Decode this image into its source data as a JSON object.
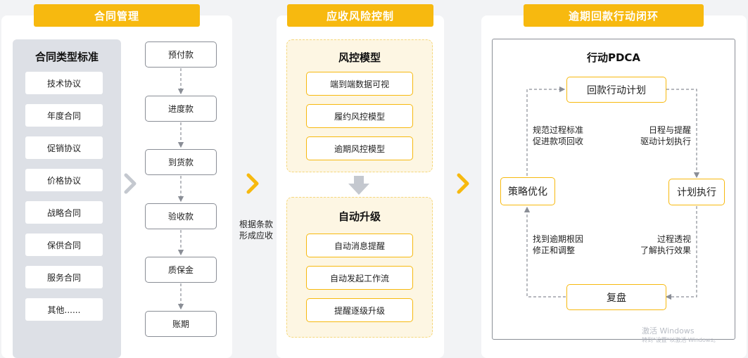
{
  "colors": {
    "accent": "#f7b90f",
    "panel_bg": "#ffffff",
    "zone_bg": "#fdf6e3",
    "gray_col": "#dde0e6",
    "border_gray": "#8a8e96"
  },
  "contract": {
    "title": "合同管理",
    "standards_heading": "合同类型标准",
    "standards": [
      "技术协议",
      "年度合同",
      "促销协议",
      "价格协议",
      "战略合同",
      "保供合同",
      "服务合同",
      "其他......"
    ],
    "payments": [
      "预付款",
      "进度款",
      "到货款",
      "验收款",
      "质保金",
      "账期"
    ]
  },
  "transition_label": [
    "根据条款",
    "形成应收"
  ],
  "risk": {
    "title": "应收风险控制",
    "model_heading": "风控模型",
    "model_items": [
      "端到端数据可视",
      "履约风控模型",
      "逾期风控模型"
    ],
    "upgrade_heading": "自动升级",
    "upgrade_items": [
      "自动消息提醒",
      "自动发起工作流",
      "提醒逐级升级"
    ]
  },
  "pdca": {
    "title": "逾期回款行动闭环",
    "heading": "行动PDCA",
    "plan": "回款行动计划",
    "do": "计划执行",
    "check": "复盘",
    "act": "策略优化",
    "note_top_left": [
      "规范过程标准",
      "促进款项回收"
    ],
    "note_top_right": [
      "日程与提醒",
      "驱动计划执行"
    ],
    "note_bottom_left": [
      "找到逾期根因",
      "修正和调整"
    ],
    "note_bottom_right": [
      "过程透视",
      "了解执行效果"
    ]
  },
  "watermark": {
    "line1": "激活 Windows",
    "line2": "转到\"设置\"以激活 Windows。"
  }
}
